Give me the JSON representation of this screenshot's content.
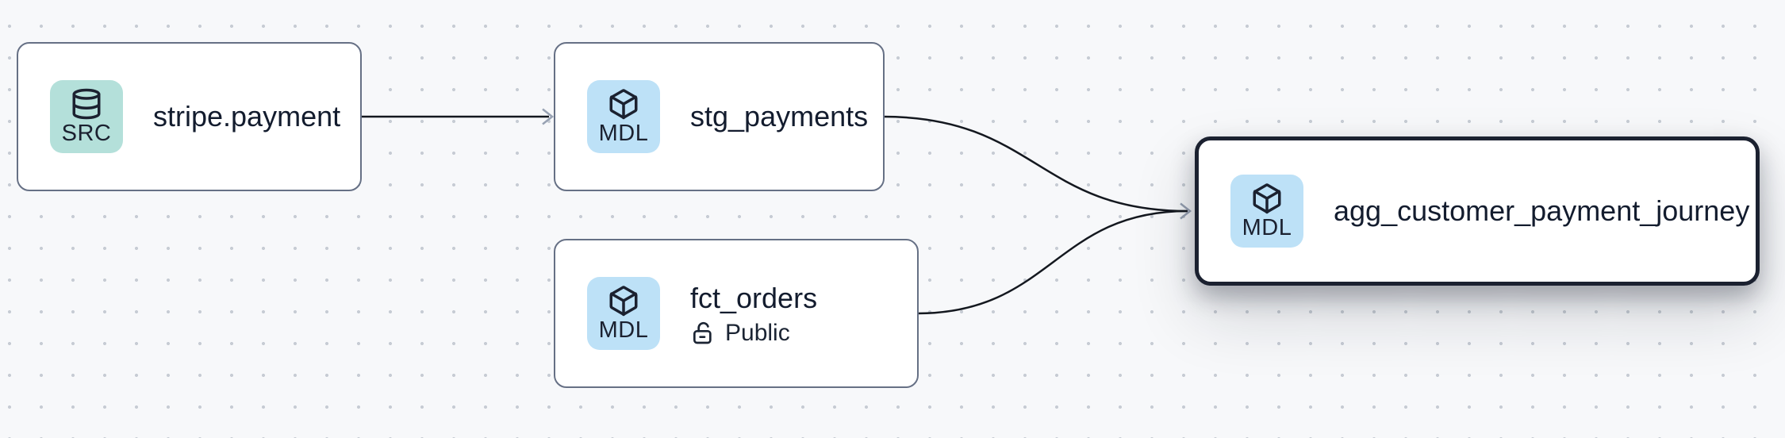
{
  "app": {
    "view_name": "lineage-graph"
  },
  "canvas": {
    "background_color": "#f7f8fa",
    "dot_color": "#c7ccd4",
    "edge_color": "#14181f",
    "arrowhead_color": "#98a2b3",
    "node_border_color": "#667085",
    "selected_node_border_color": "#1b2130",
    "title_text_color": "#131c2e"
  },
  "badge_types": {
    "source": {
      "label": "SRC",
      "background": "#b4e0da",
      "icon": "database-icon"
    },
    "model": {
      "label": "MDL",
      "background": "#bde1f7",
      "icon": "cube-icon"
    }
  },
  "nodes": [
    {
      "title": "stripe.payment",
      "type": "source",
      "badge": "SRC",
      "selected": false
    },
    {
      "title": "stg_payments",
      "type": "model",
      "badge": "MDL",
      "selected": false
    },
    {
      "title": "fct_orders",
      "type": "model",
      "badge": "MDL",
      "access": "Public",
      "access_icon": "lock-open-icon",
      "selected": false
    },
    {
      "title": "agg_customer_payment_journey",
      "type": "model",
      "badge": "MDL",
      "selected": true
    }
  ],
  "edges": [
    {
      "from": "stripe.payment",
      "to": "stg_payments"
    },
    {
      "from": "stg_payments",
      "to": "agg_customer_payment_journey"
    },
    {
      "from": "fct_orders",
      "to": "agg_customer_payment_journey"
    }
  ]
}
